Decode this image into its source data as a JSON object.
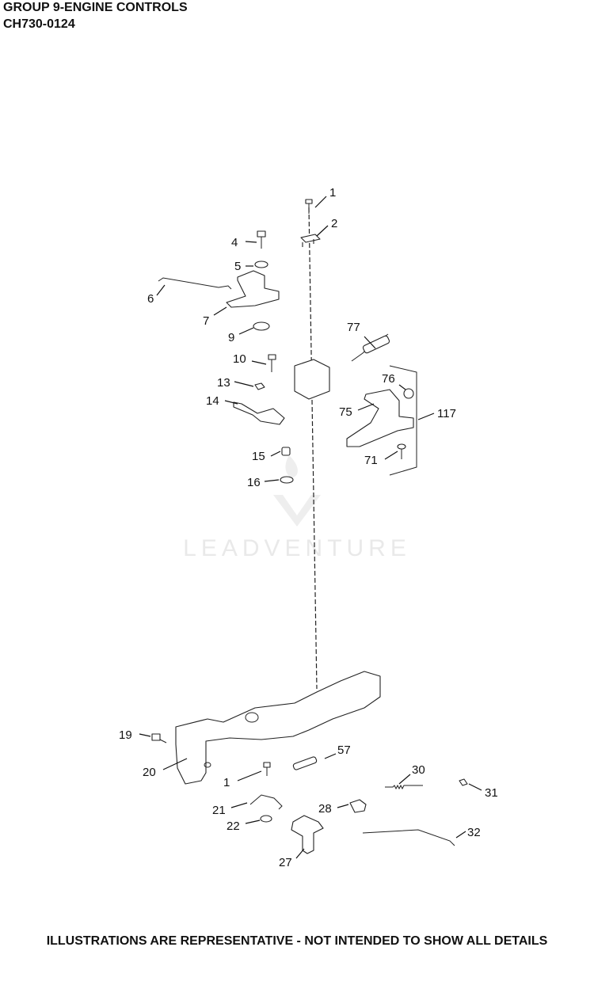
{
  "header": {
    "group_title": "GROUP 9-ENGINE CONTROLS",
    "model_code": "CH730-0124"
  },
  "watermark": "LEADVENTURE",
  "callouts": {
    "c1a": "1",
    "c2": "2",
    "c4": "4",
    "c5": "5",
    "c6": "6",
    "c7": "7",
    "c9": "9",
    "c10": "10",
    "c13": "13",
    "c14": "14",
    "c15": "15",
    "c16": "16",
    "c77": "77",
    "c76": "76",
    "c75": "75",
    "c117": "117",
    "c71": "71",
    "c19": "19",
    "c20": "20",
    "c57": "57",
    "c1b": "1",
    "c30": "30",
    "c31": "31",
    "c21": "21",
    "c22": "22",
    "c28": "28",
    "c32": "32",
    "c27": "27"
  },
  "footer": "ILLUSTRATIONS ARE REPRESENTATIVE - NOT INTENDED TO SHOW ALL DETAILS"
}
